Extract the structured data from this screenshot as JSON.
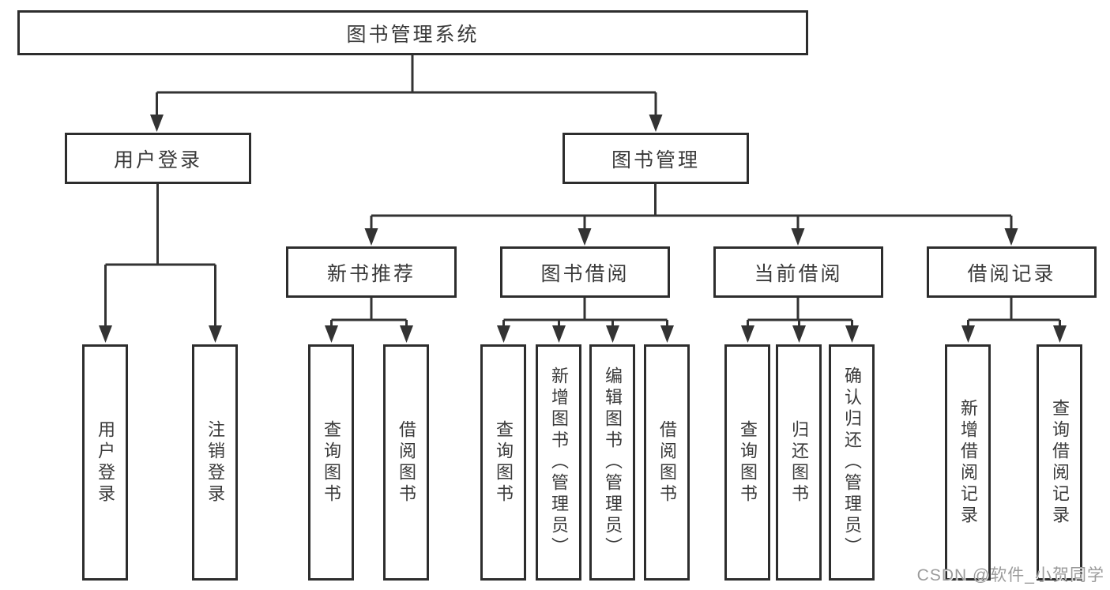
{
  "nodes": {
    "root": {
      "label": "图书管理系统"
    },
    "level2": [
      {
        "label": "用户登录"
      },
      {
        "label": "图书管理"
      }
    ],
    "level3": [
      {
        "label": "新书推荐"
      },
      {
        "label": "图书借阅"
      },
      {
        "label": "当前借阅"
      },
      {
        "label": "借阅记录"
      }
    ],
    "leaves": [
      {
        "label": "用户登录"
      },
      {
        "label": "注销登录"
      },
      {
        "label": "查询图书"
      },
      {
        "label": "借阅图书"
      },
      {
        "label": "查询图书"
      },
      {
        "label": "新增图书（管理员）"
      },
      {
        "label": "编辑图书（管理员）"
      },
      {
        "label": "借阅图书"
      },
      {
        "label": "查询图书"
      },
      {
        "label": "归还图书"
      },
      {
        "label": "确认归还（管理员）"
      },
      {
        "label": "新增借阅记录"
      },
      {
        "label": "查询借阅记录"
      }
    ]
  },
  "watermark": "CSDN @软件_小贺同学",
  "colors": {
    "background": "#ffffff",
    "line": "#333333",
    "box_border": "#2d2d2d",
    "text": "#3a3a3a",
    "watermark": "#9b9b9b"
  }
}
